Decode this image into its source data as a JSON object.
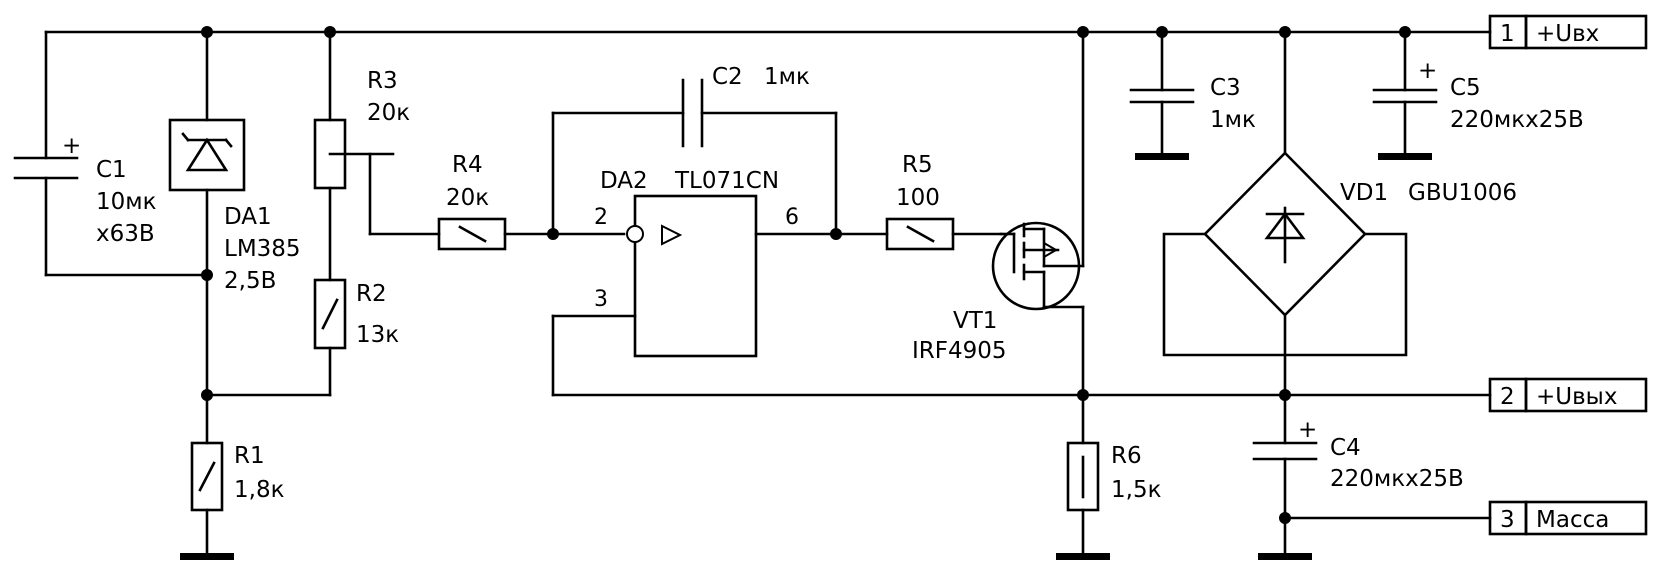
{
  "components": {
    "C1": {
      "ref": "C1",
      "value": "10мк",
      "rating": "х63В",
      "polarity": "+"
    },
    "DA1": {
      "ref": "DA1",
      "part": "LM385",
      "voltage": "2,5В"
    },
    "R1": {
      "ref": "R1",
      "value": "1,8к"
    },
    "R2": {
      "ref": "R2",
      "value": "13к"
    },
    "R3": {
      "ref": "R3",
      "value": "20к"
    },
    "R4": {
      "ref": "R4",
      "value": "20к"
    },
    "C2": {
      "ref": "C2",
      "value": "1мк"
    },
    "DA2": {
      "ref": "DA2",
      "part": "TL071CN",
      "pin_inv": "2",
      "pin_noninv": "3",
      "pin_out": "6"
    },
    "R5": {
      "ref": "R5",
      "value": "100"
    },
    "VT1": {
      "ref": "VT1",
      "part": "IRF4905"
    },
    "R6": {
      "ref": "R6",
      "value": "1,5к"
    },
    "C3": {
      "ref": "C3",
      "value": "1мк"
    },
    "C5": {
      "ref": "C5",
      "value": "220мкх25В",
      "polarity": "+"
    },
    "C4": {
      "ref": "C4",
      "value": "220мкх25В",
      "polarity": "+"
    },
    "VD1": {
      "ref": "VD1",
      "part": "GBU1006"
    }
  },
  "terminals": [
    {
      "num": "1",
      "label": "+Uвх"
    },
    {
      "num": "2",
      "label": "+Uвых"
    },
    {
      "num": "3",
      "label": "Масса"
    }
  ]
}
